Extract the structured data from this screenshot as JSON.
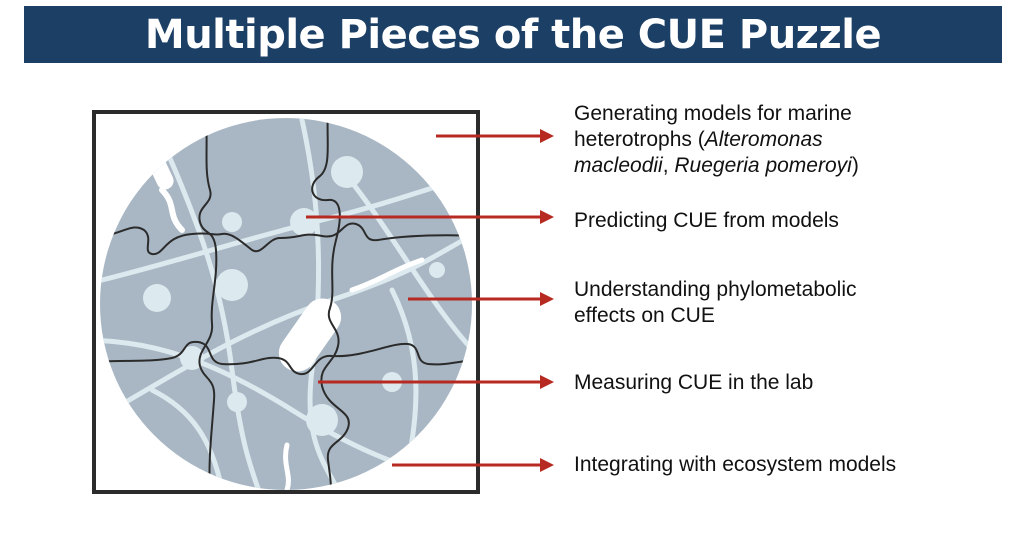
{
  "title": "Multiple Pieces of the CUE Puzzle",
  "colors": {
    "title_bg": "#1c3f66",
    "arrow": "#b72a22",
    "circle": "#a9b7c4",
    "network": "#dce9ee",
    "frame": "#2b2b2b"
  },
  "icons": [
    "puzzle-circle-icon"
  ],
  "labels": {
    "item1": {
      "line1": "Generating models for marine",
      "line2_prefix": "heterotrophs (",
      "species1": "Alteromonas",
      "species2": "macleodii",
      "separator": ", ",
      "species3": "Ruegeria pomeroyi",
      "suffix": ")"
    },
    "item2": "Predicting CUE from models",
    "item3": {
      "line1": "Understanding phylometabolic",
      "line2": "effects on CUE"
    },
    "item4": "Measuring CUE in the lab",
    "item5": "Integrating with ecosystem models"
  }
}
